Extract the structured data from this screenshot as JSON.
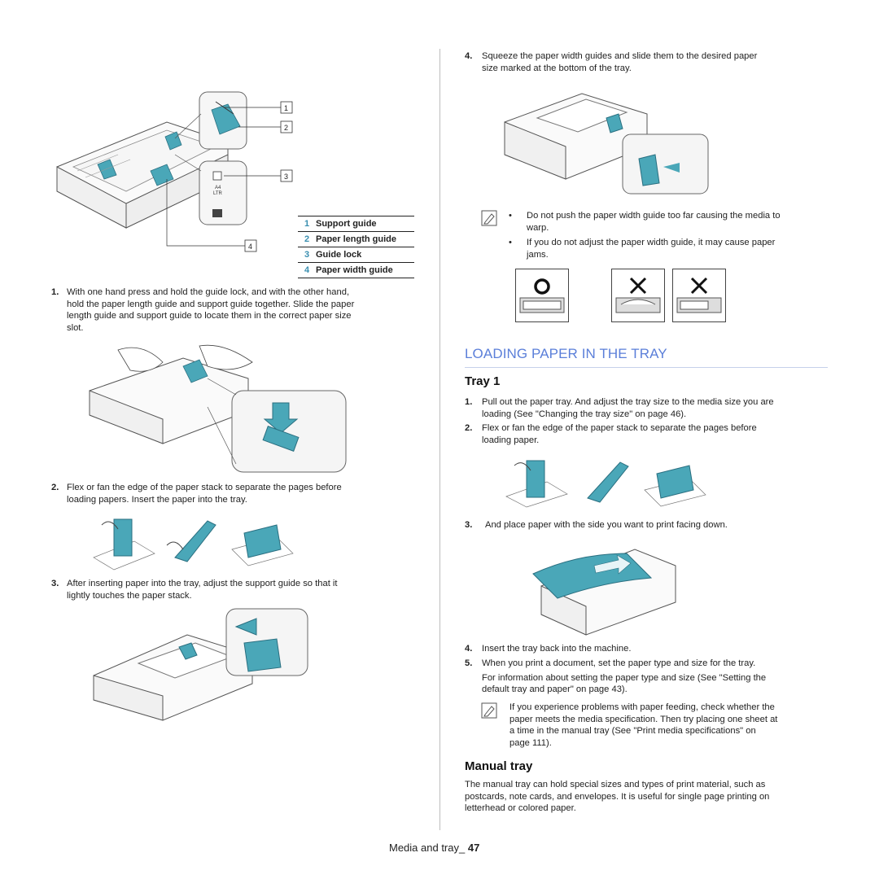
{
  "legend": [
    {
      "num": "1",
      "label": "Support guide"
    },
    {
      "num": "2",
      "label": "Paper length guide"
    },
    {
      "num": "3",
      "label": "Guide lock"
    },
    {
      "num": "4",
      "label": "Paper width guide"
    }
  ],
  "figure1": {
    "callouts": [
      "1",
      "2",
      "3",
      "4"
    ],
    "lock_labels": [
      "A4",
      "LTR"
    ]
  },
  "left_steps": [
    {
      "num": "1.",
      "lines": [
        "With one hand press and hold the guide lock, and with the other hand,",
        "hold the paper length guide and support guide together. Slide the paper",
        "length guide and support guide to locate them in the correct paper size",
        "slot."
      ]
    },
    {
      "num": "2.",
      "lines": [
        "Flex or fan the edge of the paper stack to separate the pages before",
        "loading papers. Insert the paper into the tray."
      ]
    },
    {
      "num": "3.",
      "lines": [
        "After inserting paper into the tray, adjust the support guide so that it",
        "lightly touches the paper stack."
      ]
    }
  ],
  "right_step4": {
    "num": "4.",
    "lines": [
      "Squeeze the paper width guides and slide them to the desired paper",
      "size marked at the bottom of the tray."
    ]
  },
  "note1": [
    {
      "lines": [
        "Do not push the paper width guide too far causing the media to",
        "warp."
      ]
    },
    {
      "lines": [
        "If you do not adjust the paper width guide, it may cause paper",
        "jams."
      ]
    }
  ],
  "section_title": "LOADING PAPER IN THE TRAY",
  "tray1": {
    "heading": "Tray 1",
    "steps": [
      {
        "num": "1.",
        "lines": [
          "Pull out the paper tray. And adjust the tray size to the media size you are",
          "loading (See \"Changing the tray size\" on page 46)."
        ]
      },
      {
        "num": "2.",
        "lines": [
          "Flex or fan the edge of the paper stack to separate the pages before",
          "loading paper."
        ]
      },
      {
        "num": "3.",
        "lines": [
          "And place paper with the side you want to print facing down."
        ]
      },
      {
        "num": "4.",
        "lines": [
          "Insert the tray back into the machine."
        ]
      },
      {
        "num": "5.",
        "lines": [
          "When you print a document, set the paper type and size for the tray."
        ]
      }
    ],
    "step5_extra": [
      "For information about setting the paper type and size (See \"Setting the",
      "default tray and paper\" on page 43)."
    ],
    "note": [
      "If you experience problems with paper feeding, check whether the",
      "paper meets the media specification. Then try placing one sheet at",
      "a time in the manual tray (See \"Print media specifications\" on",
      "page 111)."
    ]
  },
  "manual_tray": {
    "heading": "Manual tray",
    "lines": [
      "The manual tray can hold special sizes and types of print material, such as",
      "postcards, note cards, and envelopes. It is useful for single page printing on",
      "letterhead or colored paper."
    ]
  },
  "footer": {
    "text": "Media and tray_ ",
    "page": "47"
  },
  "colors": {
    "accent": "#5b7fd9",
    "teal": "#3a8fb0",
    "tray_stroke": "#555555"
  }
}
